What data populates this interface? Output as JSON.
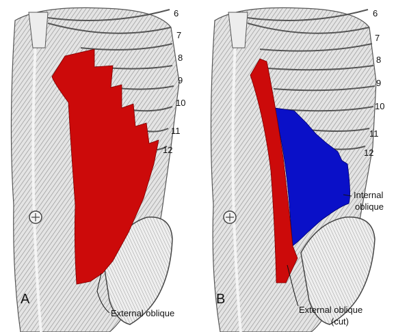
{
  "panels": [
    {
      "letter": "A",
      "rib_numbers": [
        "6",
        "7",
        "8",
        "9",
        "10",
        "11",
        "12"
      ],
      "callouts": [
        {
          "lines": [
            "External oblique"
          ]
        }
      ]
    },
    {
      "letter": "B",
      "rib_numbers": [
        "6",
        "7",
        "8",
        "9",
        "10",
        "11",
        "12"
      ],
      "callouts": [
        {
          "lines": [
            "Internal",
            "oblique"
          ]
        },
        {
          "lines": [
            "External oblique",
            "(cut)"
          ]
        }
      ]
    }
  ],
  "colors": {
    "external_oblique": "#cc0a0a",
    "internal_oblique": "#0a10c8",
    "line_art": "#444444",
    "torso_fill": "#d6d6d6"
  }
}
